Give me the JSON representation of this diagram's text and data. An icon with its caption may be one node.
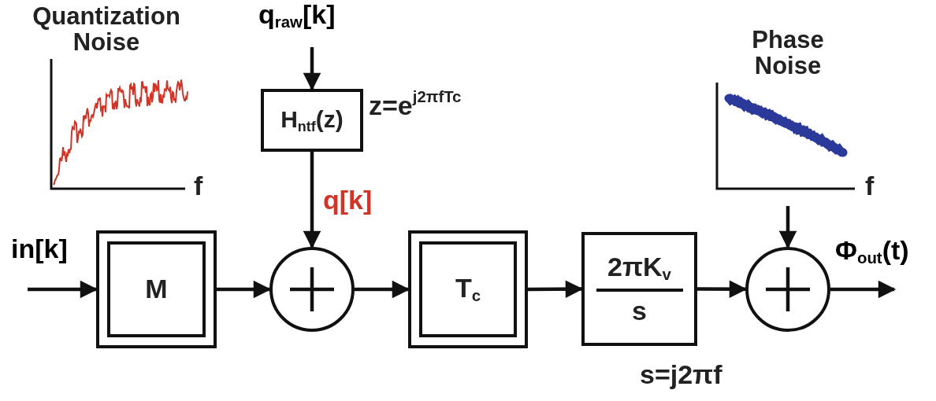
{
  "diagram": {
    "nodes": [
      {
        "text": [
          "Quantization Noise"
        ],
        "beside": [
          "f"
        ]
      },
      {
        "text": [
          "H$_{ntf}$(z)"
        ],
        "beside": [
          "z=e$^{j2πfTc}$"
        ]
      },
      {
        "text": [
          "Phase Noise"
        ],
        "beside": [
          "f"
        ]
      },
      {
        "text": [
          "M"
        ]
      },
      {
        "text": [],
        "shape": "circle"
      },
      {
        "text": [
          "T$_{c}$"
        ]
      },
      {
        "text": [
          "2πK$_{v}$",
          "s"
        ],
        "beside": [
          "s=j2πf"
        ]
      },
      {
        "text": [],
        "shape": "circle"
      }
    ],
    "edges": [
      {
        "from": null,
        "to": 1,
        "arrow": "to",
        "label": "q$_{raw}$[k]"
      },
      {
        "from": 1,
        "to": 4,
        "arrow": "to",
        "label": "q[k]"
      },
      {
        "from": null,
        "to": 3,
        "arrow": "to",
        "label": "in[k]"
      },
      {
        "from": 3,
        "to": 4,
        "arrow": "to"
      },
      {
        "from": 4,
        "to": 5,
        "arrow": "to"
      },
      {
        "from": 5,
        "to": 6,
        "arrow": "to"
      },
      {
        "from": 6,
        "to": 7,
        "arrow": "to"
      },
      {
        "from": 2,
        "to": 7,
        "arrow": "to"
      },
      {
        "from": 7,
        "to": null,
        "arrow": "to",
        "label": "Φ$_{out}$(t)"
      }
    ]
  }
}
